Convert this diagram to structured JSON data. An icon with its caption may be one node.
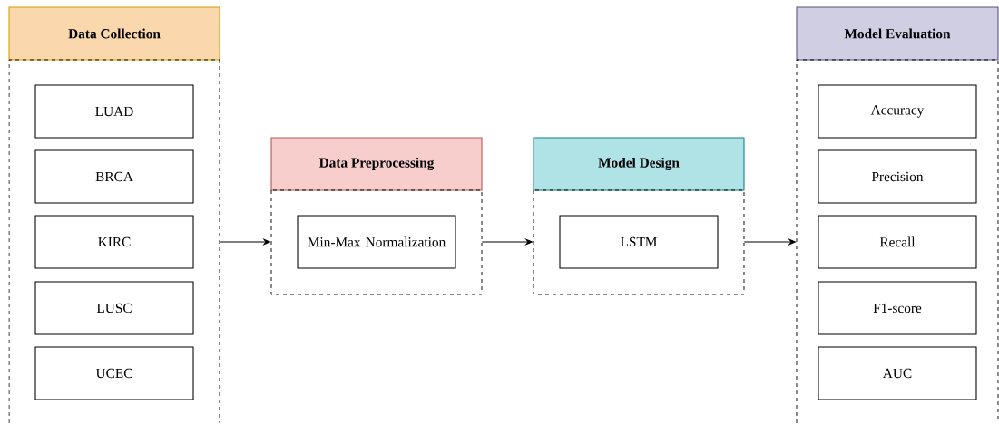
{
  "diagram": {
    "nodes": [
      {
        "text": [
          "Data Collection"
        ]
      },
      {
        "text": [
          "LUAD"
        ],
        "in": 0
      },
      {
        "text": [
          "BRCA"
        ],
        "in": 0
      },
      {
        "text": [
          "KIRC"
        ],
        "in": 0
      },
      {
        "text": [
          "LUSC"
        ],
        "in": 0
      },
      {
        "text": [
          "UCEC"
        ],
        "in": 0
      },
      {
        "text": [
          "Data Preprocessing"
        ]
      },
      {
        "text": [
          "Min-Max Normalization"
        ],
        "in": 6
      },
      {
        "text": [
          "Model Design"
        ]
      },
      {
        "text": [
          "LSTM"
        ],
        "in": 8
      },
      {
        "text": [
          "Model Evaluation"
        ]
      },
      {
        "text": [
          "Accuracy"
        ],
        "in": 10
      },
      {
        "text": [
          "Precision"
        ],
        "in": 10
      },
      {
        "text": [
          "Recall"
        ],
        "in": 10
      },
      {
        "text": [
          "F1-score"
        ],
        "in": 10
      },
      {
        "text": [
          "AUC"
        ],
        "in": 10
      }
    ],
    "edges": [
      {
        "from": 0,
        "to": 6,
        "arrow": "to"
      },
      {
        "from": 6,
        "to": 8,
        "arrow": "to"
      },
      {
        "from": 8,
        "to": 10,
        "arrow": "to"
      }
    ]
  }
}
